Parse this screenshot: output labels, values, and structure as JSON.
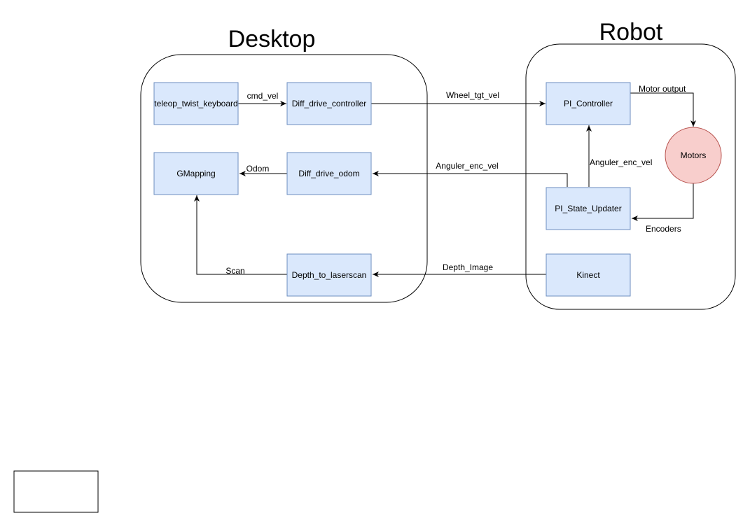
{
  "groups": {
    "desktop": "Desktop",
    "robot": "Robot"
  },
  "nodes": {
    "teleop": "teleop_twist_keyboard",
    "diff_ctrl": "Diff_drive_controller",
    "gmapping": "GMapping",
    "diff_odom": "Diff_drive_odom",
    "depth_laser": "Depth_to_laserscan",
    "pi_ctrl": "PI_Controller",
    "pi_state": "PI_State_Updater",
    "kinect": "Kinect",
    "motors": "Motors"
  },
  "edges": {
    "cmd_vel": "cmd_vel",
    "wheel_tgt_vel": "Wheel_tgt_vel",
    "odom": "Odom",
    "anguler_enc_vel_left": "Anguler_enc_vel",
    "anguler_enc_vel_up": "Anguler_enc_vel",
    "scan": "Scan",
    "depth_image": "Depth_Image",
    "motor_output": "Motor output",
    "encoders": "Encoders"
  },
  "colors": {
    "node_fill": "#dae8fc",
    "node_stroke": "#6c8ebf",
    "motor_fill": "#f8cecc",
    "motor_stroke": "#b85450"
  }
}
